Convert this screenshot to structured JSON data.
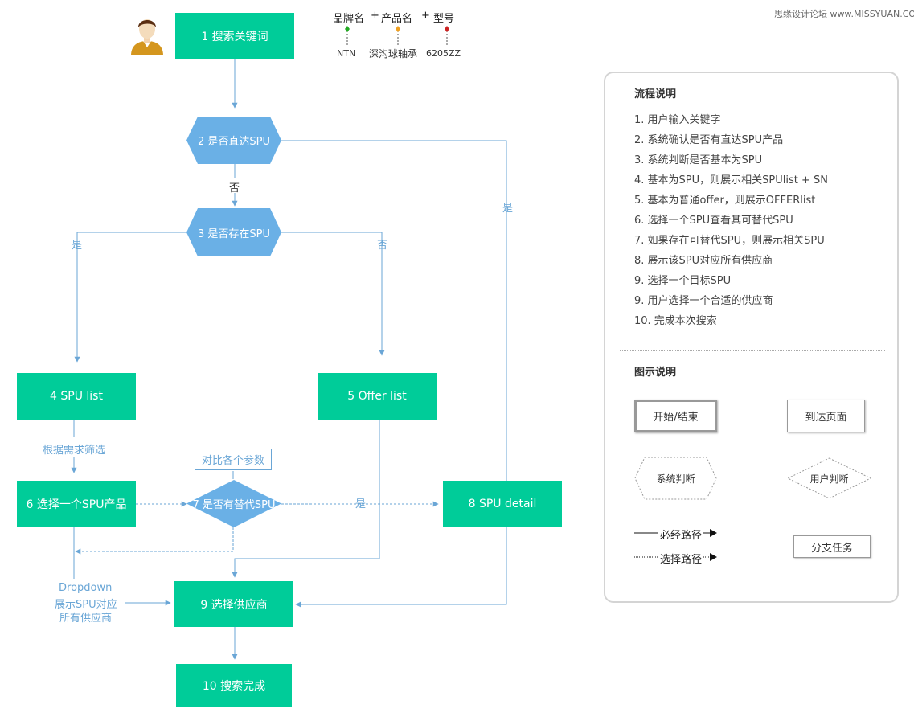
{
  "watermark": "思缘设计论坛 www.MISSYUAN.COM",
  "formula": {
    "top": [
      "品牌名",
      "+",
      "产品名",
      "+",
      "型号"
    ],
    "bottom": [
      "NTN",
      "深沟球轴承",
      "6205ZZ"
    ],
    "pin_colors": [
      "#22aa22",
      "#f0a020",
      "#cc2222"
    ]
  },
  "nodes": {
    "n1": "1 搜索关键词",
    "n2": "2 是否直达SPU",
    "n3": "3 是否存在SPU",
    "n4": "4 SPU list",
    "n5": "5 Offer list",
    "n6": "6 选择一个SPU产品",
    "n7": "7 是否有替代SPU",
    "n8": "8 SPU detail",
    "n9": "9 选择供应商",
    "n10": "10 搜索完成"
  },
  "edge_labels": {
    "no_2": "否",
    "yes_3": "是",
    "no_3": "否",
    "yes_2": "是",
    "filter": "根据需求筛选",
    "compare": "对比各个参数",
    "yes_7": "是",
    "dropdown": [
      "Dropdown",
      "展示SPU对应",
      "所有供应商"
    ]
  },
  "legend": {
    "process_title": "流程说明",
    "steps": [
      "1. 用户输入关键字",
      "2. 系统确认是否有直达SPU产品",
      "3. 系统判断是否基本为SPU",
      "4. 基本为SPU，则展示相关SPUlist + SN",
      "5. 基本为普通offer，则展示OFFERlist",
      "6. 选择一个SPU查看其可替代SPU",
      "7. 如果存在可替代SPU，则展示相关SPU",
      "8. 展示该SPU对应所有供应商",
      "9. 选择一个目标SPU",
      "9. 用户选择一个合适的供应商",
      "10. 完成本次搜索"
    ],
    "symbol_title": "图示说明",
    "start_end": "开始/结束",
    "reach_page": "到达页面",
    "system_judge": "系统判断",
    "user_judge": "用户判断",
    "must_path": "必经路径",
    "choice_path": "选择路径",
    "branch_task": "分支任务"
  },
  "colors": {
    "node_green": "#00cc99",
    "decision_blue": "#6ab0e6",
    "line_blue": "#6aa6d6"
  }
}
